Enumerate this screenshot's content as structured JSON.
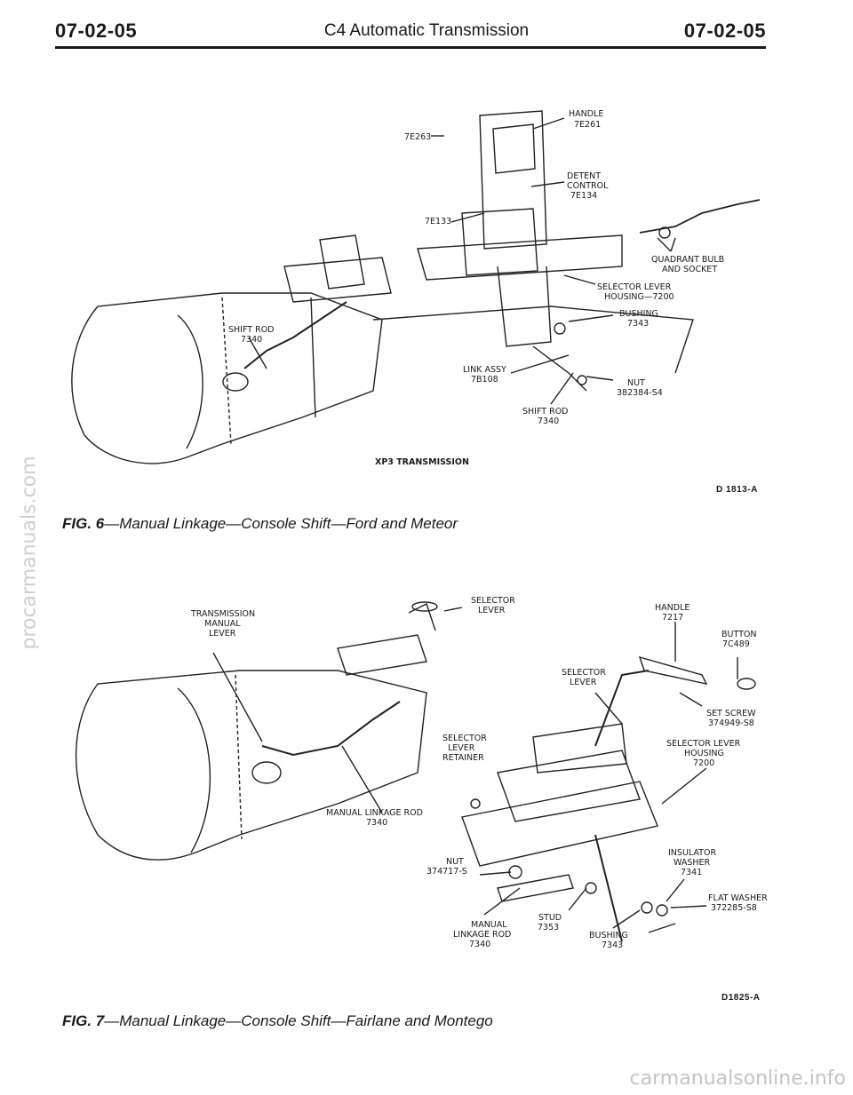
{
  "header": {
    "left_code": "07-02-05",
    "title": "C4 Automatic Transmission",
    "right_code": "07-02-05"
  },
  "figure6": {
    "labels": {
      "l7E263": "7E263",
      "handle": [
        "HANDLE",
        "7E261"
      ],
      "detent": [
        "DETENT",
        "CONTROL",
        "7E134"
      ],
      "l7E133": "7E133",
      "quadrant": [
        "QUADRANT BULB",
        "AND SOCKET"
      ],
      "selector_housing": [
        "SELECTOR LEVER",
        "HOUSING—7200"
      ],
      "bushing": [
        "BUSHING",
        "7343"
      ],
      "shift_rod_left": [
        "SHIFT ROD",
        "7340"
      ],
      "link_assy": [
        "LINK ASSY",
        "7B108"
      ],
      "nut": [
        "NUT",
        "382384-S4"
      ],
      "shift_rod_bottom": [
        "SHIFT ROD",
        "7340"
      ],
      "xp3": "XP3 TRANSMISSION"
    },
    "code": "D 1813-A",
    "caption_fig": "FIG. 6",
    "caption_text": "—Manual Linkage—Console Shift—Ford and Meteor"
  },
  "figure7": {
    "labels": {
      "trans_lever": [
        "TRANSMISSION",
        "MANUAL",
        "LEVER"
      ],
      "selector_lever_top": [
        "SELECTOR",
        "LEVER"
      ],
      "handle": [
        "HANDLE",
        "7217"
      ],
      "button": [
        "BUTTON",
        "7C489"
      ],
      "selector_lever_mid": [
        "SELECTOR",
        "LEVER"
      ],
      "set_screw": [
        "SET SCREW",
        "374949-S8"
      ],
      "retainer": [
        "SELECTOR",
        "LEVER",
        "RETAINER"
      ],
      "selector_housing": [
        "SELECTOR LEVER",
        "HOUSING",
        "7200"
      ],
      "manual_rod": [
        "MANUAL LINKAGE ROD",
        "7340"
      ],
      "insulator": [
        "INSULATOR",
        "WASHER",
        "7341"
      ],
      "nut": [
        "NUT",
        "374717-S"
      ],
      "flat_washer": [
        "FLAT WASHER",
        "372285-S8"
      ],
      "stud": [
        "STUD",
        "7353"
      ],
      "manual_rod_bottom": [
        "MANUAL",
        "LINKAGE ROD",
        "7340"
      ],
      "bushing": [
        "BUSHING",
        "7343"
      ]
    },
    "code": "D1825-A",
    "caption_fig": "FIG. 7",
    "caption_text": "—Manual Linkage—Console Shift—Fairlane and Montego"
  },
  "watermarks": {
    "side": "procarmanuals.com",
    "bottom": "carmanualsonline.info"
  }
}
